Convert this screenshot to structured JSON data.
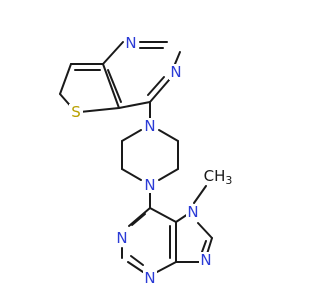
{
  "colors": {
    "bond": "#1a1a1a",
    "nitrogen": "#2b3bd6",
    "sulfur": "#b8a000",
    "background": "#ffffff"
  },
  "atoms": {
    "thienopyrimidine_n_top": "N",
    "thienopyrimidine_n_right": "N",
    "thiophene_s": "S",
    "piperazine_n_top": "N",
    "piperazine_n_bottom": "N",
    "purine_n7": "N",
    "methyl": "CH3",
    "purine_n_right": "N",
    "purine_n_left": "N",
    "purine_n_bottom": "N"
  }
}
